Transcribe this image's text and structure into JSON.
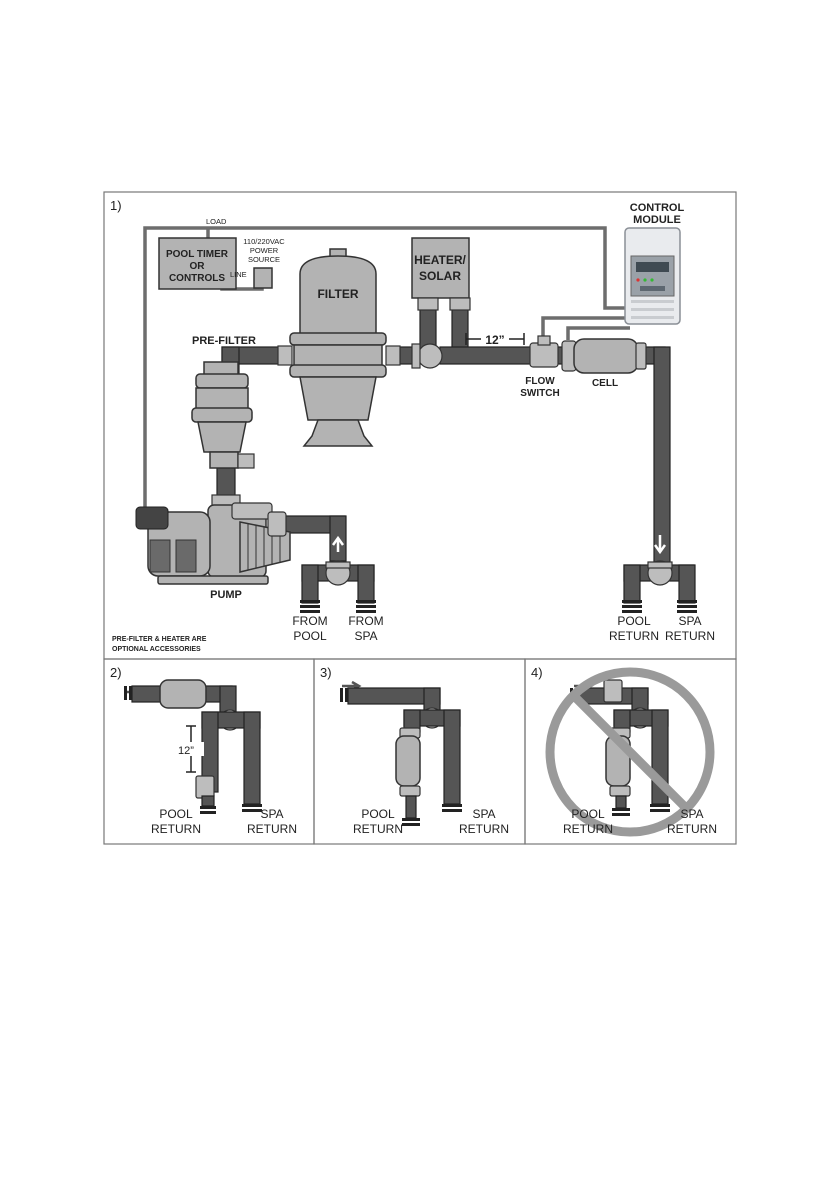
{
  "panels": {
    "main": {
      "number": "1)",
      "labels": {
        "load": "LOAD",
        "timer_l1": "POOL TIMER",
        "timer_l2": "OR",
        "timer_l3": "CONTROLS",
        "power_l1": "110/220VAC",
        "power_l2": "POWER",
        "power_l3": "SOURCE",
        "line": "LINE",
        "filter": "FILTER",
        "heater_l1": "HEATER/",
        "heater_l2": "SOLAR",
        "control_l1": "CONTROL",
        "control_l2": "MODULE",
        "prefilter": "PRE-FILTER",
        "distance": "12”",
        "flow_l1": "FLOW",
        "flow_l2": "SWITCH",
        "cell": "CELL",
        "pump": "PUMP",
        "from_pool_l1": "FROM",
        "from_pool_l2": "POOL",
        "from_spa_l1": "FROM",
        "from_spa_l2": "SPA",
        "pool_return_l1": "POOL",
        "pool_return_l2": "RETURN",
        "spa_return_l1": "SPA",
        "spa_return_l2": "RETURN",
        "note_l1": "PRE-FILTER & HEATER ARE",
        "note_l2": "OPTIONAL ACCESSORIES"
      }
    },
    "p2": {
      "number": "2)",
      "distance": "12”",
      "pool_l1": "POOL",
      "pool_l2": "RETURN",
      "spa_l1": "SPA",
      "spa_l2": "RETURN"
    },
    "p3": {
      "number": "3)",
      "pool_l1": "POOL",
      "pool_l2": "RETURN",
      "spa_l1": "SPA",
      "spa_l2": "RETURN"
    },
    "p4": {
      "number": "4)",
      "pool_l1": "POOL",
      "pool_l2": "RETURN",
      "spa_l1": "SPA",
      "spa_l2": "RETURN"
    }
  },
  "colors": {
    "pipe": "#555555",
    "equipment": "#b3b3b3",
    "wire": "#6d6d6d",
    "border": "#777777",
    "prohibited": "#9a9a9a"
  }
}
